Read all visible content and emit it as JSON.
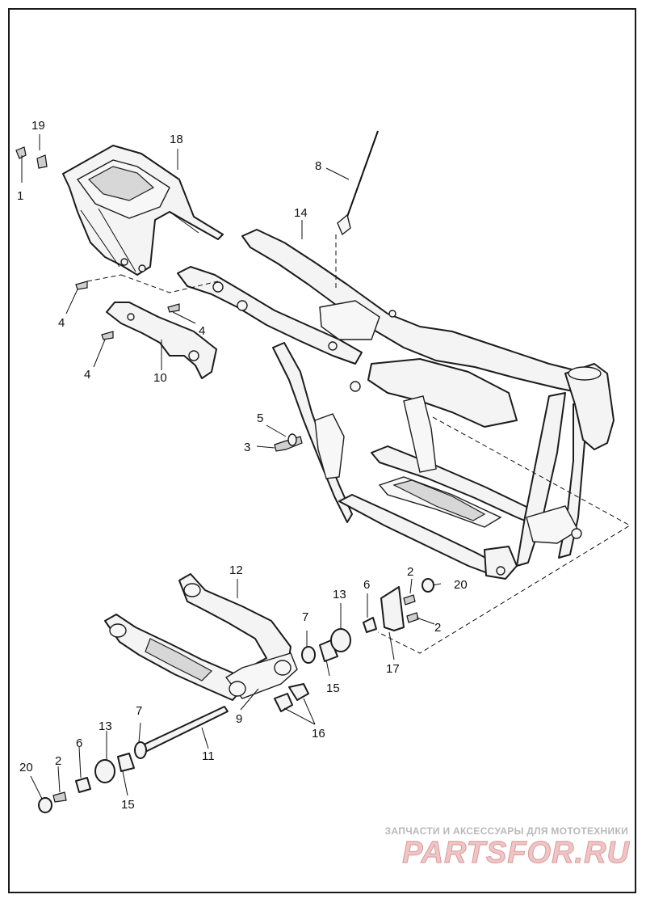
{
  "diagram": {
    "callouts": {
      "c1": "1",
      "c19": "19",
      "c18": "18",
      "c8": "8",
      "c14": "14",
      "c4a": "4",
      "c4b": "4",
      "c4c": "4",
      "c10": "10",
      "c5": "5",
      "c3": "3",
      "c12": "12",
      "c13a": "13",
      "c6a": "6",
      "c2a": "2",
      "c20a": "20",
      "c7a": "7",
      "c2b": "2",
      "c15a": "15",
      "c17": "17",
      "c9": "9",
      "c16": "16",
      "c7b": "7",
      "c13b": "13",
      "c11": "11",
      "c6b": "6",
      "c2c": "2",
      "c20b": "20",
      "c15b": "15"
    }
  },
  "watermark": {
    "tagline": "ЗАПЧАСТИ И АКСЕССУАРЫ ДЛЯ МОТОТЕХНИКИ",
    "logo": "PARTSFOR.RU"
  }
}
